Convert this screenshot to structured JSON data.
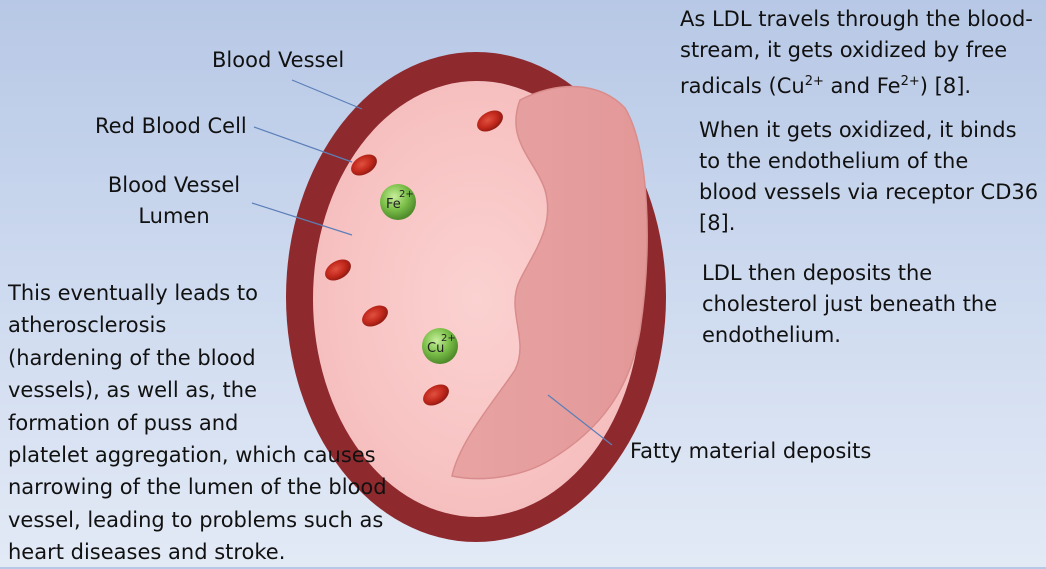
{
  "labels": {
    "blood_vessel": "Blood Vessel",
    "red_blood_cell": "Red Blood Cell",
    "lumen_line1": "Blood Vessel",
    "lumen_line2": "Lumen",
    "fatty": "Fatty material deposits"
  },
  "ions": {
    "fe": {
      "symbol": "Fe",
      "charge": "2+"
    },
    "cu": {
      "symbol": "Cu",
      "charge": "2+"
    }
  },
  "right_text": {
    "p1_l1": "As LDL travels through the blood-",
    "p1_l2": "stream, it gets oxidized by free",
    "p1_l3a": "radicals (Cu",
    "p1_l3_sup1": "2+",
    "p1_l3b": " and Fe",
    "p1_l3_sup2": "2+",
    "p1_l3c": ") [8].",
    "p2_l1": "When it gets oxidized, it binds",
    "p2_l2": "to the endothelium of the",
    "p2_l3": "blood vessels via receptor CD36",
    "p2_l4": "[8].",
    "p3_l1": "LDL then deposits the",
    "p3_l2": "cholesterol just beneath the",
    "p3_l3": "endothelium."
  },
  "left_text": {
    "l1": "This eventually leads to",
    "l2": "atherosclerosis",
    "l3": "(hardening of the blood",
    "l4": "vessels), as well as, the",
    "l5": "formation of puss and",
    "l6": "platelet aggregation, which causes",
    "l7": "narrowing of the lumen of the blood",
    "l8": "vessel, leading to problems such as",
    "l9": "heart diseases and stroke."
  },
  "colors": {
    "vessel_wall": "#8e2a2e",
    "lumen": "#f9c9c8",
    "plaque": "#e8a0a0",
    "rbc": "#c42a1e",
    "ion": "#7cc04a"
  }
}
